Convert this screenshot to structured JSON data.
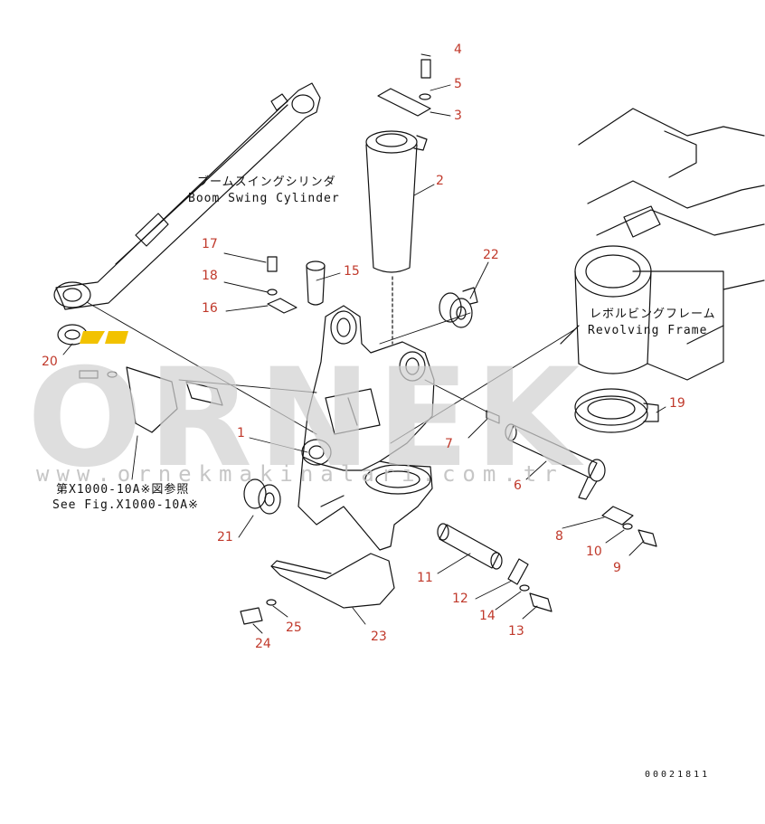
{
  "watermark": {
    "logo_text": "ORNEK",
    "url": "www.ornekmakinalari.com.tr"
  },
  "callouts": [
    {
      "id": "c1",
      "text": "1"
    },
    {
      "id": "c2",
      "text": "2"
    },
    {
      "id": "c3",
      "text": "3"
    },
    {
      "id": "c4",
      "text": "4"
    },
    {
      "id": "c5",
      "text": "5"
    },
    {
      "id": "c6",
      "text": "6"
    },
    {
      "id": "c7",
      "text": "7"
    },
    {
      "id": "c8",
      "text": "8"
    },
    {
      "id": "c9",
      "text": "9"
    },
    {
      "id": "c10",
      "text": "10"
    },
    {
      "id": "c11",
      "text": "11"
    },
    {
      "id": "c12",
      "text": "12"
    },
    {
      "id": "c13",
      "text": "13"
    },
    {
      "id": "c14",
      "text": "14"
    },
    {
      "id": "c15",
      "text": "15"
    },
    {
      "id": "c16",
      "text": "16"
    },
    {
      "id": "c17",
      "text": "17"
    },
    {
      "id": "c18",
      "text": "18"
    },
    {
      "id": "c19",
      "text": "19"
    },
    {
      "id": "c20",
      "text": "20"
    },
    {
      "id": "c21",
      "text": "21"
    },
    {
      "id": "c22",
      "text": "22"
    },
    {
      "id": "c23",
      "text": "23"
    },
    {
      "id": "c24",
      "text": "24"
    },
    {
      "id": "c25",
      "text": "25"
    }
  ],
  "notes": {
    "boom_swing_cylinder_jp": "ブームスイングシリンダ",
    "boom_swing_cylinder_en": "Boom Swing Cylinder",
    "revolving_frame_jp": "レボルビングフレーム",
    "revolving_frame_en": "Revolving Frame",
    "see_fig_jp": "第X1000-10A※図参照",
    "see_fig_en": "See Fig.X1000-10A※"
  },
  "doc_number": "00021811",
  "colors": {
    "label": "#c0392b",
    "line": "#111111",
    "watermark": "#d2d2d2",
    "accent": "#f2c200"
  }
}
